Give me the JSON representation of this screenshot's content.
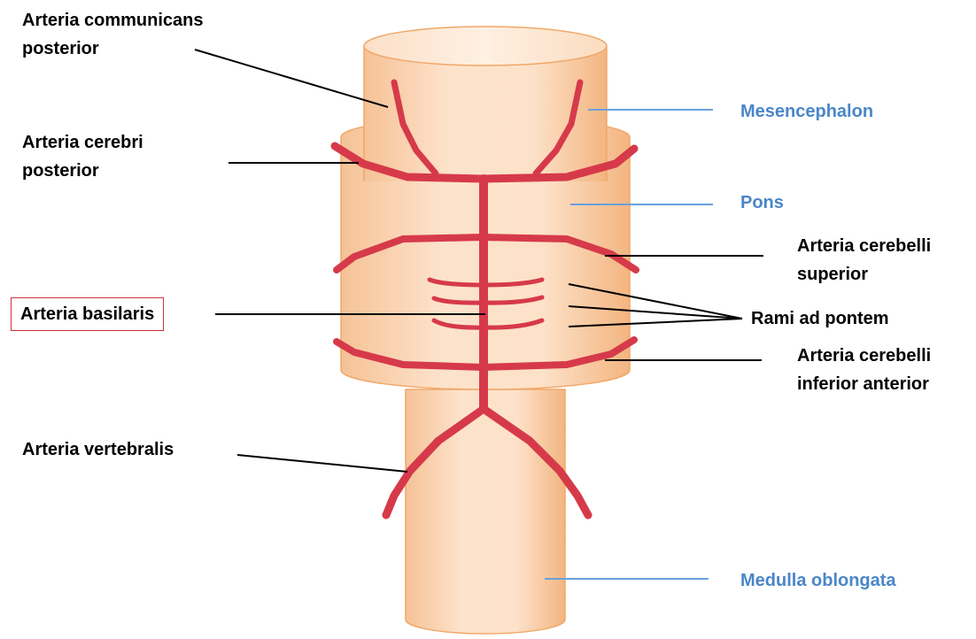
{
  "colors": {
    "tissue_fill": "#fde3cc",
    "tissue_shade": "#f5b98a",
    "tissue_edge": "#f0a868",
    "artery": "#d63a4a",
    "leader_dark": "#000000",
    "leader_blue": "#6aa0dc",
    "label_blue": "#4a86c8",
    "highlight_box": "#d0303c"
  },
  "labels": {
    "a_comm_post_1": "Arteria communicans",
    "a_comm_post_2": "posterior",
    "a_cerebri_post_1": "Arteria cerebri",
    "a_cerebri_post_2": "posterior",
    "a_basilaris": "Arteria basilaris",
    "a_vertebralis": "Arteria vertebralis",
    "mesencephalon": "Mesencephalon",
    "pons": "Pons",
    "a_cerebelli_sup_1": "Arteria cerebelli",
    "a_cerebelli_sup_2": "superior",
    "rami_ad_pontem": "Rami ad pontem",
    "a_cerebelli_inf_1": "Arteria cerebelli",
    "a_cerebelli_inf_2": "inferior anterior",
    "medulla": "Medulla oblongata"
  }
}
